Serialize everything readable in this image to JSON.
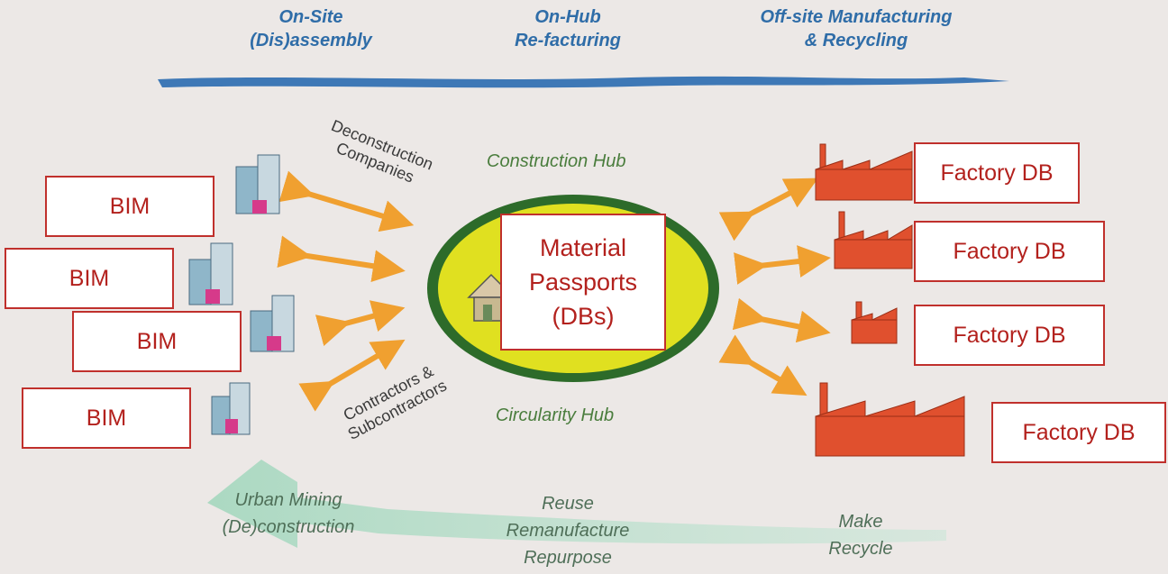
{
  "phases": {
    "onsite": [
      "On-Site",
      "(Dis)assembly"
    ],
    "onhub": [
      "On-Hub",
      "Re-facturing"
    ],
    "offsite": [
      "Off-site Manufacturing",
      "& Recycling"
    ]
  },
  "bim_boxes": [
    "BIM",
    "BIM",
    "BIM",
    "BIM"
  ],
  "factory_boxes": [
    "Factory DB",
    "Factory DB",
    "Factory DB",
    "Factory DB"
  ],
  "center": {
    "lines": [
      "Material",
      "Passports",
      "(DBs)"
    ],
    "top_label": "Construction Hub",
    "bottom_label": "Circularity Hub"
  },
  "actors": {
    "top": [
      "Deconstruction",
      "Companies"
    ],
    "bottom": [
      "Contractors &",
      "Subcontractors"
    ]
  },
  "cycle": {
    "left": [
      "Urban Mining",
      "(De)construction"
    ],
    "middle": [
      "Reuse",
      "Remanufacture",
      "Repurpose"
    ],
    "right": [
      "Make",
      "Recycle"
    ]
  },
  "colors": {
    "phase_text": "#2f6da8",
    "box_border": "#c0302c",
    "box_text": "#b3211d",
    "arrow": "#f0a030",
    "hub_fill": "#e0e020",
    "hub_ring": "#2d6b2a",
    "factory": "#e0502e",
    "cycle_arrow": "#a8d8c0"
  }
}
